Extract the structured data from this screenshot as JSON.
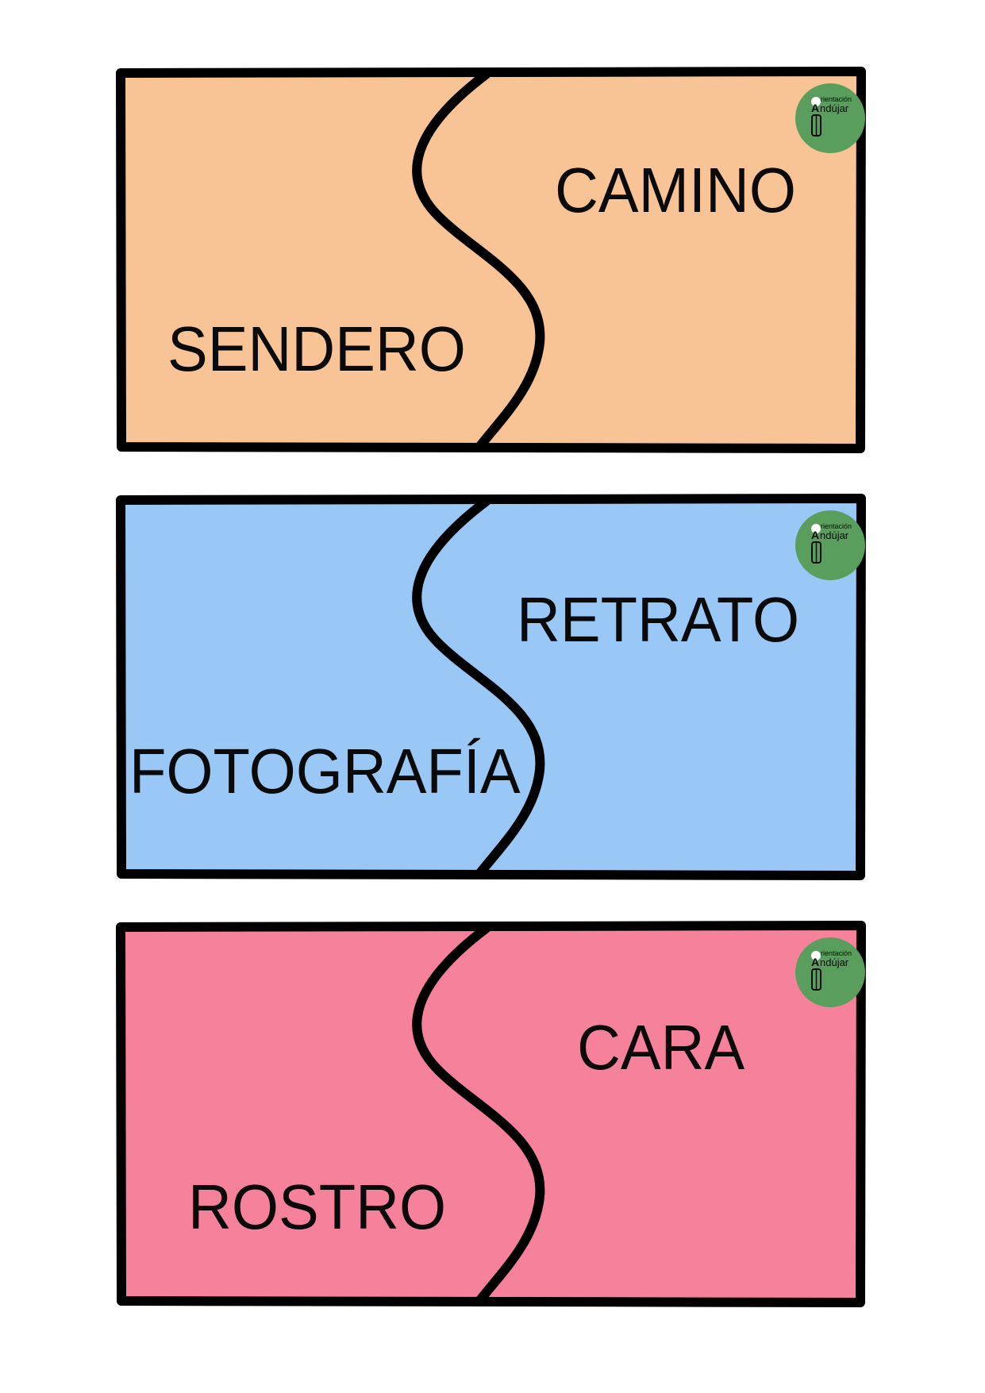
{
  "logo": {
    "line1": "rientación",
    "line2": "ndújar",
    "initial": "A",
    "color": "#5a9e5d"
  },
  "cards": [
    {
      "color": "#f8c495",
      "left_word": "SENDERO",
      "right_word": "CAMINO"
    },
    {
      "color": "#99c7f6",
      "left_word": "FOTOGRAFÍA",
      "right_word": "RETRATO"
    },
    {
      "color": "#f5829a",
      "left_word": "ROSTRO",
      "right_word": "CARA"
    }
  ]
}
